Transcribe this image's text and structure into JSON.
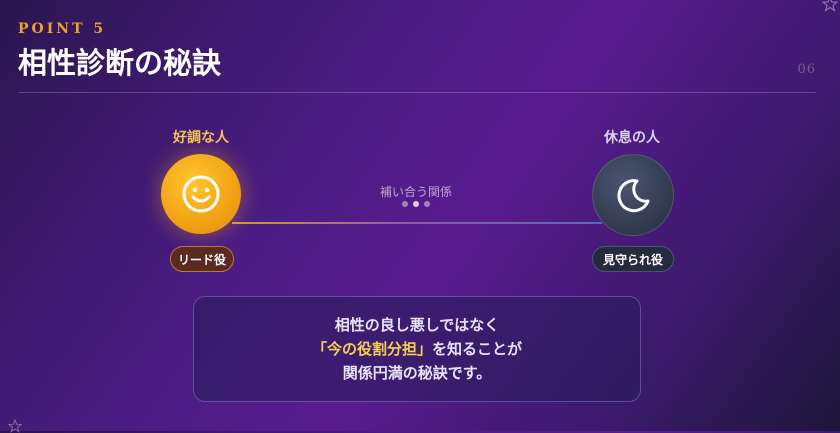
{
  "header": {
    "point_label": "POINT 5",
    "title": "相性診断の秘訣",
    "page_number": "06"
  },
  "left": {
    "label": "好調な人",
    "icon": "smile-icon",
    "badge": "リード役"
  },
  "right": {
    "label": "休息の人",
    "icon": "moon-icon",
    "badge": "見守られ役"
  },
  "connector": {
    "label": "補い合う関係"
  },
  "message": {
    "line1": "相性の良し悪しではなく",
    "line2_highlight": "「今の役割分担」",
    "line2_rest": "を知ることが",
    "line3": "関係円満の秘訣です。"
  },
  "colors": {
    "accent": "#f0a02a",
    "highlight": "#f6cf55",
    "left_circle": "#f4a516",
    "right_circle": "#343c52"
  }
}
